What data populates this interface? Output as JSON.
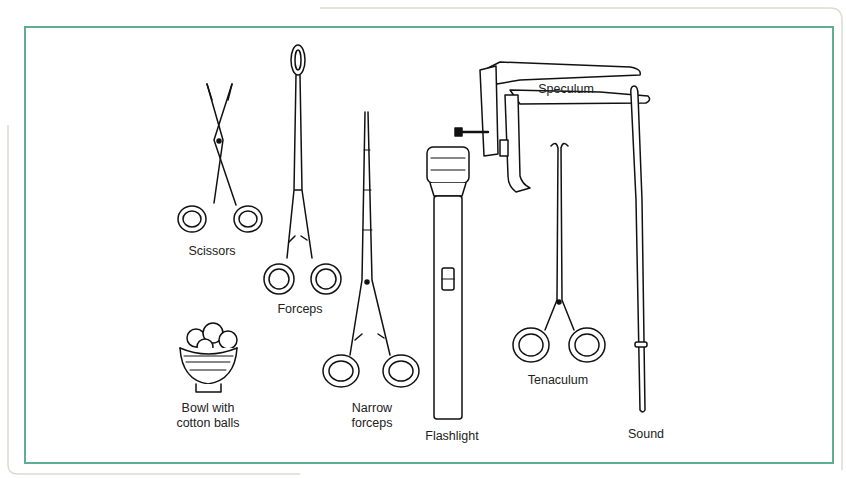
{
  "diagram": {
    "labels": [
      "Speculum",
      "Scissors",
      "Forceps",
      "Bowl with cotton balls",
      "Narrow forceps",
      "Flashlight",
      "Tenaculum",
      "Sound"
    ]
  }
}
